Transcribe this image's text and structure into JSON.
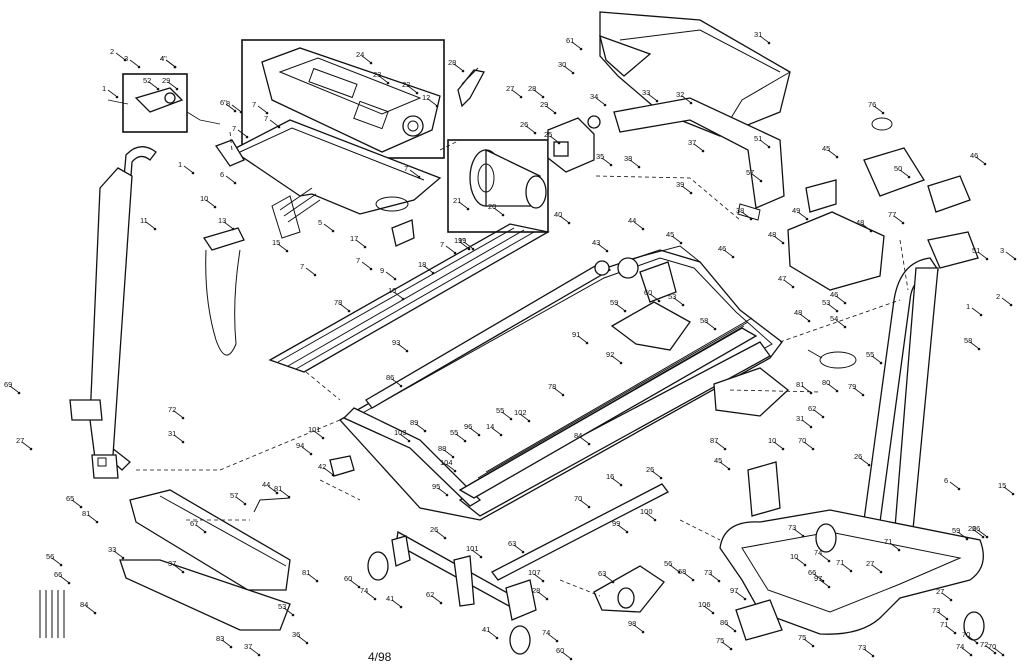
{
  "footer": {
    "code": "4/98"
  },
  "callouts": [
    {
      "id": "c1",
      "t": "2"
    },
    {
      "id": "c2",
      "t": "3"
    },
    {
      "id": "c3",
      "t": "4"
    },
    {
      "id": "c4",
      "t": "1"
    },
    {
      "id": "c5",
      "t": "52"
    },
    {
      "id": "c6",
      "t": "29"
    },
    {
      "id": "c7",
      "t": "1"
    },
    {
      "id": "c8",
      "t": "11"
    },
    {
      "id": "c9",
      "t": "69"
    },
    {
      "id": "c10",
      "t": "27"
    },
    {
      "id": "c11",
      "t": "72"
    },
    {
      "id": "c12",
      "t": "31"
    },
    {
      "id": "c13",
      "t": "65"
    },
    {
      "id": "c14",
      "t": "81"
    },
    {
      "id": "c15",
      "t": "33"
    },
    {
      "id": "c16",
      "t": "56"
    },
    {
      "id": "c17",
      "t": "66"
    },
    {
      "id": "c18",
      "t": "84"
    },
    {
      "id": "c19",
      "t": "67"
    },
    {
      "id": "c20",
      "t": "37"
    },
    {
      "id": "c21",
      "t": "81"
    },
    {
      "id": "c22",
      "t": "53"
    },
    {
      "id": "c23",
      "t": "36"
    },
    {
      "id": "c24",
      "t": "83"
    },
    {
      "id": "c25",
      "t": "37"
    },
    {
      "id": "c26",
      "t": "13"
    },
    {
      "id": "c27",
      "t": "8"
    },
    {
      "id": "c28",
      "t": "7"
    },
    {
      "id": "c29",
      "t": "7"
    },
    {
      "id": "c30",
      "t": "6"
    },
    {
      "id": "c31",
      "t": "10"
    },
    {
      "id": "c32",
      "t": "24"
    },
    {
      "id": "c33",
      "t": "23"
    },
    {
      "id": "c34",
      "t": "22"
    },
    {
      "id": "c35",
      "t": "12"
    },
    {
      "id": "c36",
      "t": "7"
    },
    {
      "id": "c37",
      "t": "7"
    },
    {
      "id": "c38",
      "t": "15"
    },
    {
      "id": "c39",
      "t": "5"
    },
    {
      "id": "c40",
      "t": "17"
    },
    {
      "id": "c41",
      "t": "7"
    },
    {
      "id": "c42",
      "t": "9"
    },
    {
      "id": "c43",
      "t": "18"
    },
    {
      "id": "c44",
      "t": "10"
    },
    {
      "id": "c45",
      "t": "7"
    },
    {
      "id": "c46",
      "t": "7"
    },
    {
      "id": "c47",
      "t": "28"
    },
    {
      "id": "c48",
      "t": "27"
    },
    {
      "id": "c49",
      "t": "26"
    },
    {
      "id": "c50",
      "t": "28"
    },
    {
      "id": "c51",
      "t": "29"
    },
    {
      "id": "c52",
      "t": "30"
    },
    {
      "id": "c53",
      "t": "34"
    },
    {
      "id": "c54",
      "t": "25"
    },
    {
      "id": "c55",
      "t": "21"
    },
    {
      "id": "c56",
      "t": "20"
    },
    {
      "id": "c57",
      "t": "40"
    },
    {
      "id": "c58",
      "t": "19"
    },
    {
      "id": "c59",
      "t": "61"
    },
    {
      "id": "c60",
      "t": "31"
    },
    {
      "id": "c61",
      "t": "32"
    },
    {
      "id": "c62",
      "t": "33"
    },
    {
      "id": "c63",
      "t": "38"
    },
    {
      "id": "c64",
      "t": "37"
    },
    {
      "id": "c65",
      "t": "35"
    },
    {
      "id": "c66",
      "t": "51"
    },
    {
      "id": "c67",
      "t": "39"
    },
    {
      "id": "c68",
      "t": "57"
    },
    {
      "id": "c69",
      "t": "38"
    },
    {
      "id": "c70",
      "t": "76"
    },
    {
      "id": "c71",
      "t": "45"
    },
    {
      "id": "c72",
      "t": "49"
    },
    {
      "id": "c73",
      "t": "50"
    },
    {
      "id": "c74",
      "t": "46"
    },
    {
      "id": "c75",
      "t": "77"
    },
    {
      "id": "c76",
      "t": "48"
    },
    {
      "id": "c77",
      "t": "48"
    },
    {
      "id": "c78",
      "t": "48"
    },
    {
      "id": "c79",
      "t": "46"
    },
    {
      "id": "c80",
      "t": "51"
    },
    {
      "id": "c81",
      "t": "3"
    },
    {
      "id": "c82",
      "t": "2"
    },
    {
      "id": "c83",
      "t": "1"
    },
    {
      "id": "c84",
      "t": "58"
    },
    {
      "id": "c85",
      "t": "47"
    },
    {
      "id": "c86",
      "t": "53"
    },
    {
      "id": "c87",
      "t": "54"
    },
    {
      "id": "c88",
      "t": "55"
    },
    {
      "id": "c89",
      "t": "80"
    },
    {
      "id": "c90",
      "t": "79"
    },
    {
      "id": "c91",
      "t": "62"
    },
    {
      "id": "c92",
      "t": "81"
    },
    {
      "id": "c93",
      "t": "31"
    },
    {
      "id": "c94",
      "t": "44"
    },
    {
      "id": "c95",
      "t": "45"
    },
    {
      "id": "c96",
      "t": "43"
    },
    {
      "id": "c97",
      "t": "46"
    },
    {
      "id": "c98",
      "t": "59"
    },
    {
      "id": "c99",
      "t": "60"
    },
    {
      "id": "c100",
      "t": "53"
    },
    {
      "id": "c101",
      "t": "58"
    },
    {
      "id": "c102",
      "t": "91"
    },
    {
      "id": "c103",
      "t": "92"
    },
    {
      "id": "c104",
      "t": "78"
    },
    {
      "id": "c105",
      "t": "93"
    },
    {
      "id": "c106",
      "t": "86"
    },
    {
      "id": "c107",
      "t": "78"
    },
    {
      "id": "c108",
      "t": "101"
    },
    {
      "id": "c109",
      "t": "89"
    },
    {
      "id": "c110",
      "t": "103"
    },
    {
      "id": "c111",
      "t": "55"
    },
    {
      "id": "c112",
      "t": "102"
    },
    {
      "id": "c113",
      "t": "14"
    },
    {
      "id": "c114",
      "t": "96"
    },
    {
      "id": "c115",
      "t": "55"
    },
    {
      "id": "c116",
      "t": "94"
    },
    {
      "id": "c117",
      "t": "42"
    },
    {
      "id": "c118",
      "t": "95"
    },
    {
      "id": "c119",
      "t": "57"
    },
    {
      "id": "c120",
      "t": "44"
    },
    {
      "id": "c121",
      "t": "81"
    },
    {
      "id": "c122",
      "t": "88"
    },
    {
      "id": "c123",
      "t": "104"
    },
    {
      "id": "c124",
      "t": "84"
    },
    {
      "id": "c125",
      "t": "87"
    },
    {
      "id": "c126",
      "t": "45"
    },
    {
      "id": "c127",
      "t": "10"
    },
    {
      "id": "c128",
      "t": "70"
    },
    {
      "id": "c129",
      "t": "26"
    },
    {
      "id": "c130",
      "t": "26"
    },
    {
      "id": "c131",
      "t": "70"
    },
    {
      "id": "c132",
      "t": "16"
    },
    {
      "id": "c133",
      "t": "100"
    },
    {
      "id": "c134",
      "t": "99"
    },
    {
      "id": "c135",
      "t": "101"
    },
    {
      "id": "c136",
      "t": "26"
    },
    {
      "id": "c137",
      "t": "63"
    },
    {
      "id": "c138",
      "t": "60"
    },
    {
      "id": "c139",
      "t": "74"
    },
    {
      "id": "c140",
      "t": "41"
    },
    {
      "id": "c141",
      "t": "62"
    },
    {
      "id": "c142",
      "t": "107"
    },
    {
      "id": "c143",
      "t": "28"
    },
    {
      "id": "c144",
      "t": "41"
    },
    {
      "id": "c145",
      "t": "74"
    },
    {
      "id": "c146",
      "t": "60"
    },
    {
      "id": "c147",
      "t": "63"
    },
    {
      "id": "c148",
      "t": "56"
    },
    {
      "id": "c149",
      "t": "68"
    },
    {
      "id": "c150",
      "t": "98"
    },
    {
      "id": "c151",
      "t": "73"
    },
    {
      "id": "c152",
      "t": "97"
    },
    {
      "id": "c153",
      "t": "106"
    },
    {
      "id": "c154",
      "t": "86"
    },
    {
      "id": "c155",
      "t": "75"
    },
    {
      "id": "c156",
      "t": "75"
    },
    {
      "id": "c157",
      "t": "73"
    },
    {
      "id": "c158",
      "t": "10"
    },
    {
      "id": "c159",
      "t": "73"
    },
    {
      "id": "c160",
      "t": "74"
    },
    {
      "id": "c161",
      "t": "71"
    },
    {
      "id": "c162",
      "t": "66"
    },
    {
      "id": "c163",
      "t": "97"
    },
    {
      "id": "c164",
      "t": "71"
    },
    {
      "id": "c165",
      "t": "27"
    },
    {
      "id": "c166",
      "t": "26"
    },
    {
      "id": "c167",
      "t": "15"
    },
    {
      "id": "c168",
      "t": "59"
    },
    {
      "id": "c169",
      "t": "26"
    },
    {
      "id": "c170",
      "t": "27"
    },
    {
      "id": "c171",
      "t": "70"
    },
    {
      "id": "c172",
      "t": "73"
    },
    {
      "id": "c173",
      "t": "71"
    },
    {
      "id": "c174",
      "t": "72"
    },
    {
      "id": "c175",
      "t": "74"
    },
    {
      "id": "c176",
      "t": "70"
    },
    {
      "id": "c177",
      "t": "6"
    },
    {
      "id": "c178",
      "t": "19\""
    },
    {
      "id": "c179",
      "t": "6\""
    },
    {
      "id": "c180",
      "t": "4\""
    }
  ]
}
